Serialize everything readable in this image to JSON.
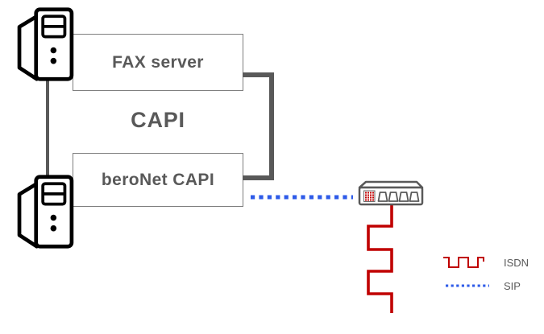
{
  "diagram": {
    "nodes": {
      "fax_server": {
        "label": "FAX server"
      },
      "capi": {
        "label": "CAPI"
      },
      "beronet_capi": {
        "label": "beroNet CAPI"
      }
    },
    "icons": {
      "top_host": "server-icon",
      "bottom_host": "server-icon",
      "gateway": "switch-icon"
    },
    "connections": {
      "host_link": "capi-host-connector",
      "capi_loop": "capi-right-connector",
      "sip_link": "sip-connection",
      "isdn_link": "isdn-connection"
    }
  },
  "legend": {
    "items": [
      {
        "label": "ISDN",
        "color": "#c00000",
        "style": "square-wave"
      },
      {
        "label": "SIP",
        "color": "#2e5be8",
        "style": "dotted"
      }
    ]
  },
  "colors": {
    "text": "#595959",
    "box_border": "#7f7f7f",
    "connector_gray": "#595959",
    "server_outline": "#000000",
    "isdn_red": "#c00000",
    "sip_blue": "#2e5be8"
  }
}
